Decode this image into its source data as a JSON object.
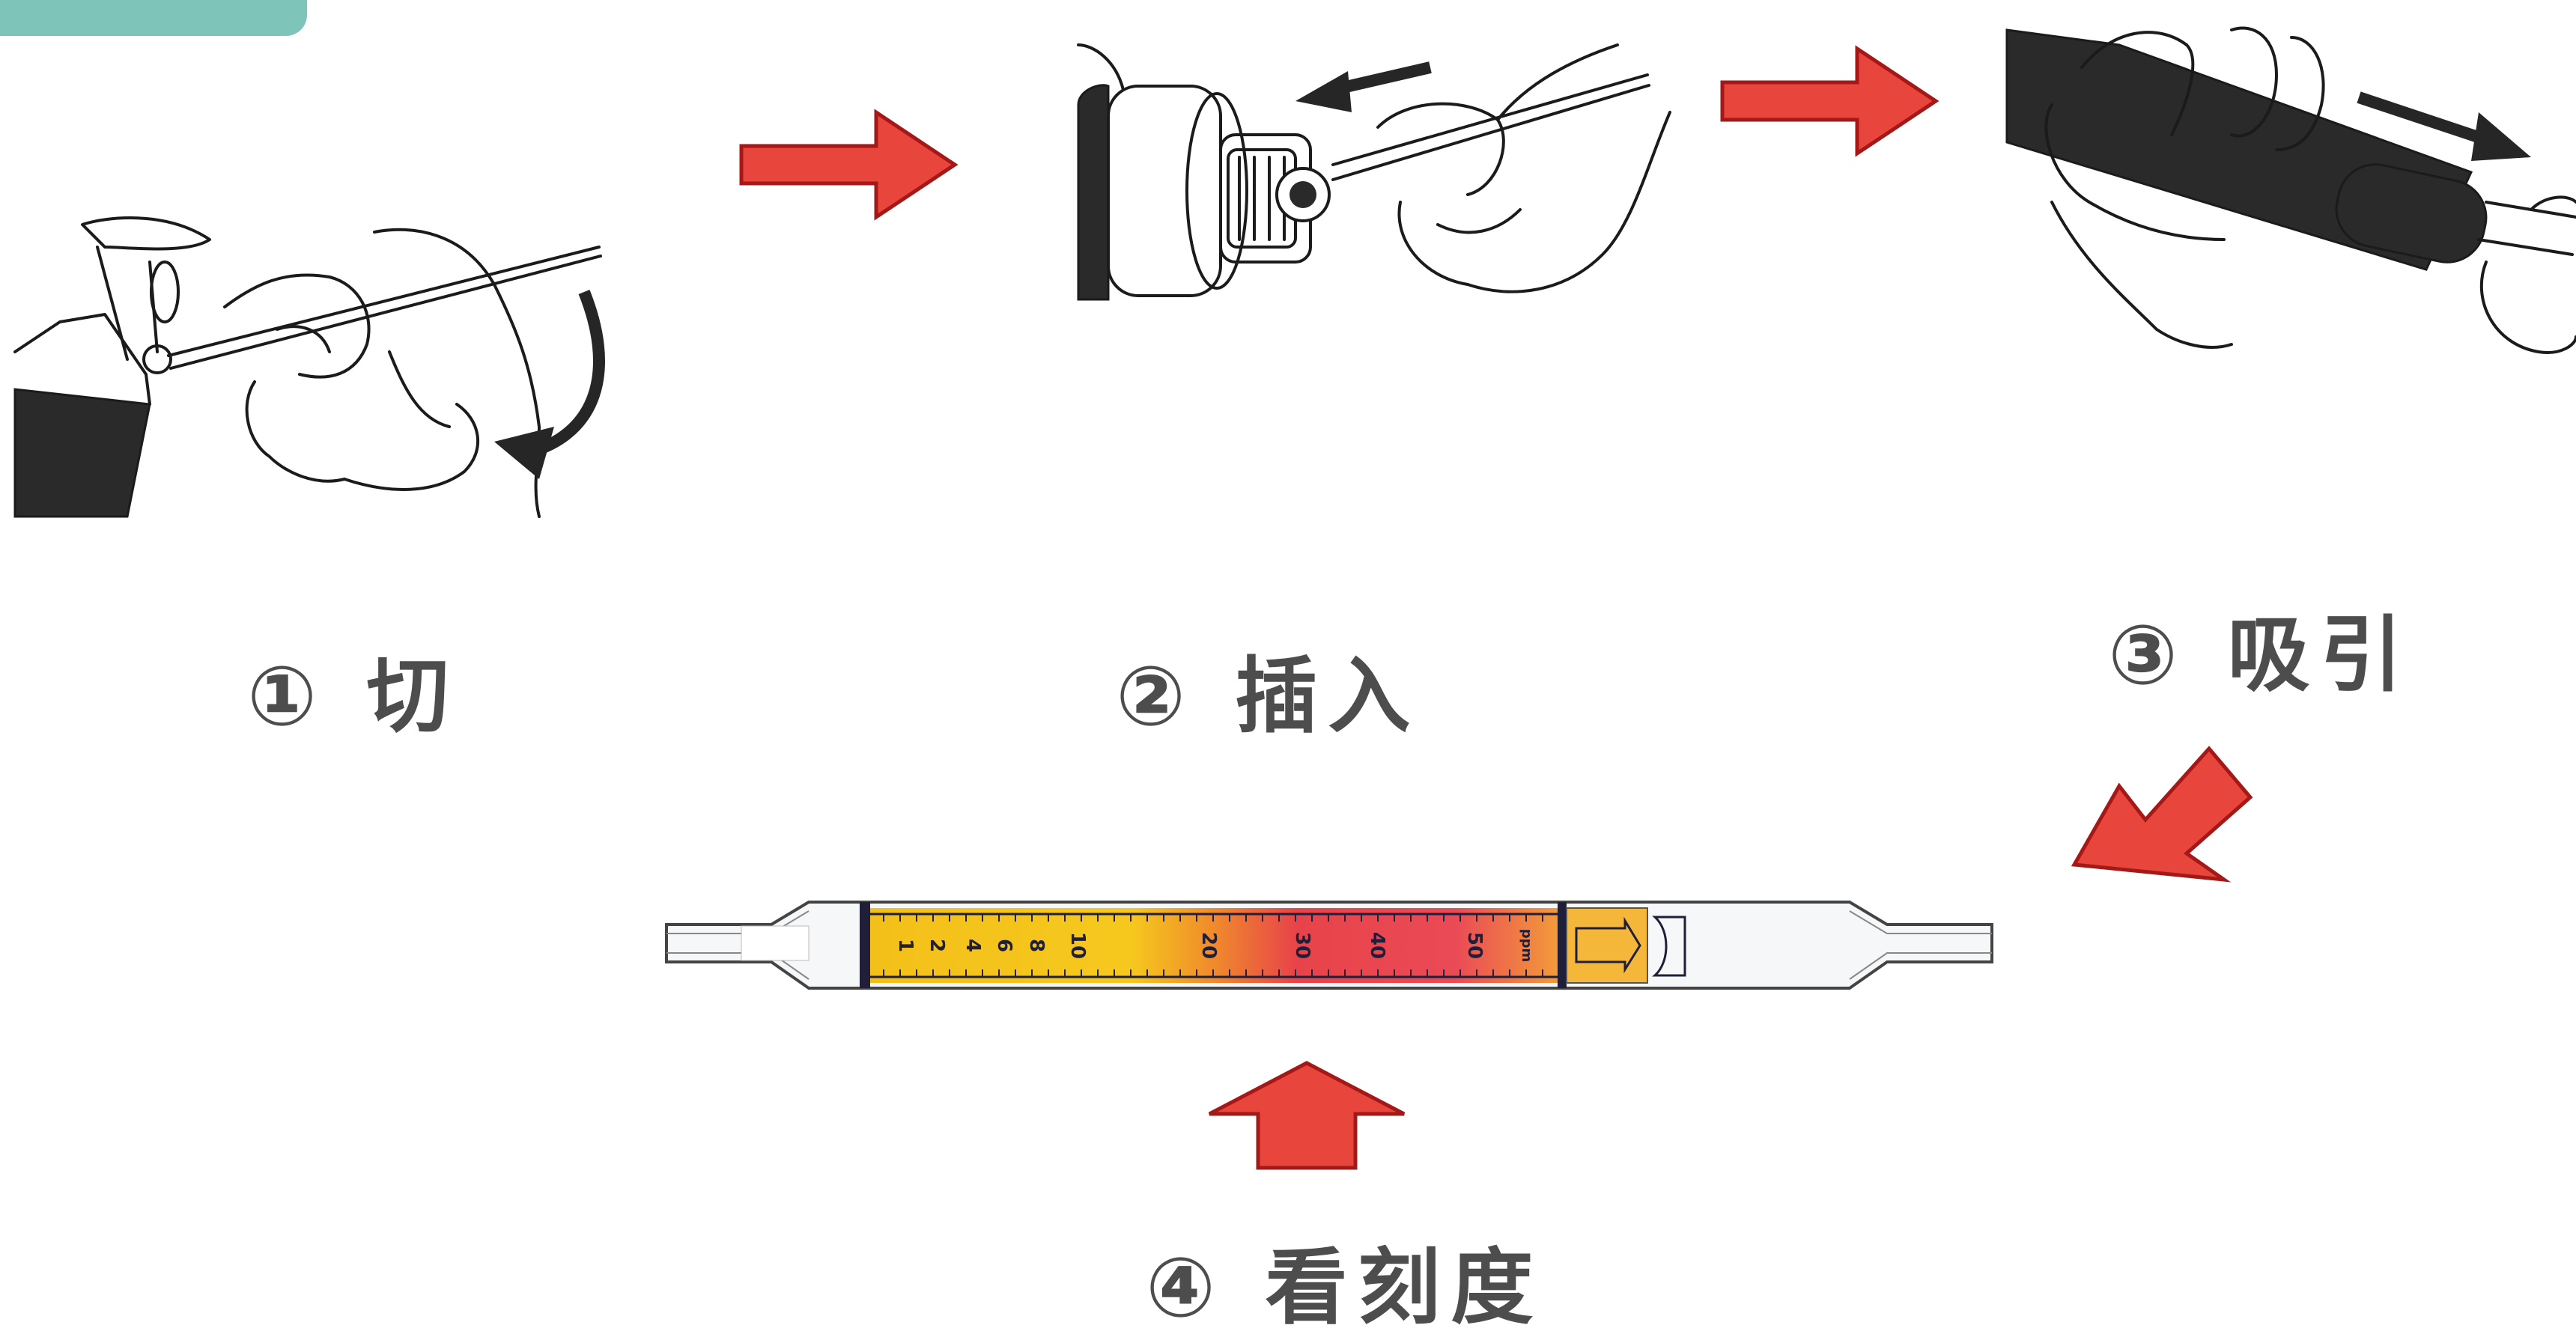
{
  "steps": [
    {
      "label": "① 切"
    },
    {
      "label": "② 插入"
    },
    {
      "label": "③ 吸引"
    },
    {
      "label": "④ 看刻度"
    }
  ],
  "tube": {
    "scale": [
      "1",
      "2",
      "4",
      "6",
      "8",
      "10",
      "20",
      "30",
      "40",
      "50"
    ],
    "unit": "ppm"
  },
  "colors": {
    "arrow": "#e8463c",
    "arrow_dark": "#a41818",
    "tube_yellow": "#f3c01a",
    "tube_red": "#e8434a",
    "label": "#4d4d4d"
  }
}
